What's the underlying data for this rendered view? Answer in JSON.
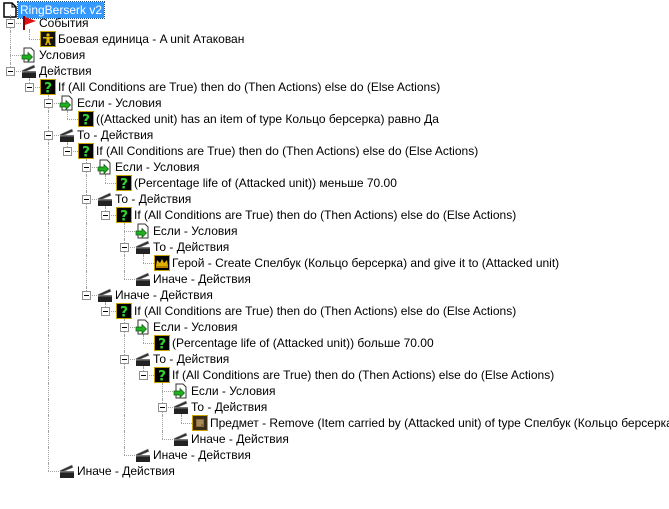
{
  "tree": {
    "label": "RingBerserk v2",
    "icon": "trigger-icon",
    "selected": true,
    "children": [
      {
        "label": "События",
        "icon": "events-flag-icon",
        "children": [
          {
            "label": "Боевая единица - A unit Атакован",
            "icon": "unit-event-icon"
          }
        ]
      },
      {
        "label": "Условия",
        "icon": "conditions-icon"
      },
      {
        "label": "Действия",
        "icon": "actions-icon",
        "children": [
          {
            "label": "If (All Conditions are True) then do (Then Actions) else do (Else Actions)",
            "icon": "if-then-else-icon",
            "children": [
              {
                "label": "Если - Условия",
                "icon": "conditions-icon",
                "children": [
                  {
                    "label": "((Attacked unit) has an item of type Кольцо берсерка) равно Да",
                    "icon": "if-then-else-icon"
                  }
                ]
              },
              {
                "label": "То - Действия",
                "icon": "actions-icon",
                "children": [
                  {
                    "label": "If (All Conditions are True) then do (Then Actions) else do (Else Actions)",
                    "icon": "if-then-else-icon",
                    "children": [
                      {
                        "label": "Если - Условия",
                        "icon": "conditions-icon",
                        "children": [
                          {
                            "label": "(Percentage life of (Attacked unit)) меньше 70.00",
                            "icon": "if-then-else-icon"
                          }
                        ]
                      },
                      {
                        "label": "То - Действия",
                        "icon": "actions-icon",
                        "children": [
                          {
                            "label": "If (All Conditions are True) then do (Then Actions) else do (Else Actions)",
                            "icon": "if-then-else-icon",
                            "children": [
                              {
                                "label": "Если - Условия",
                                "icon": "conditions-icon"
                              },
                              {
                                "label": "То - Действия",
                                "icon": "actions-icon",
                                "children": [
                                  {
                                    "label": "Герой - Create Спелбук (Кольцо берсерка) and give it to (Attacked unit)",
                                    "icon": "hero-crown-icon"
                                  }
                                ]
                              },
                              {
                                "label": "Иначе - Действия",
                                "icon": "actions-icon"
                              }
                            ]
                          }
                        ]
                      },
                      {
                        "label": "Иначе - Действия",
                        "icon": "actions-icon",
                        "children": [
                          {
                            "label": "If (All Conditions are True) then do (Then Actions) else do (Else Actions)",
                            "icon": "if-then-else-icon",
                            "children": [
                              {
                                "label": "Если - Условия",
                                "icon": "conditions-icon",
                                "children": [
                                  {
                                    "label": "(Percentage life of (Attacked unit)) больше 70.00",
                                    "icon": "if-then-else-icon"
                                  }
                                ]
                              },
                              {
                                "label": "То - Действия",
                                "icon": "actions-icon",
                                "children": [
                                  {
                                    "label": "If (All Conditions are True) then do (Then Actions) else do (Else Actions)",
                                    "icon": "if-then-else-icon",
                                    "children": [
                                      {
                                        "label": "Если - Условия",
                                        "icon": "conditions-icon"
                                      },
                                      {
                                        "label": "То - Действия",
                                        "icon": "actions-icon",
                                        "children": [
                                          {
                                            "label": "Предмет - Remove (Item carried by (Attacked unit) of type Спелбук (Кольцо берсерка))",
                                            "icon": "item-icon"
                                          }
                                        ]
                                      },
                                      {
                                        "label": "Иначе - Действия",
                                        "icon": "actions-icon"
                                      }
                                    ]
                                  }
                                ]
                              },
                              {
                                "label": "Иначе - Действия",
                                "icon": "actions-icon"
                              }
                            ]
                          }
                        ]
                      }
                    ]
                  }
                ]
              },
              {
                "label": "Иначе - Действия",
                "icon": "actions-icon"
              }
            ]
          }
        ]
      }
    ]
  }
}
